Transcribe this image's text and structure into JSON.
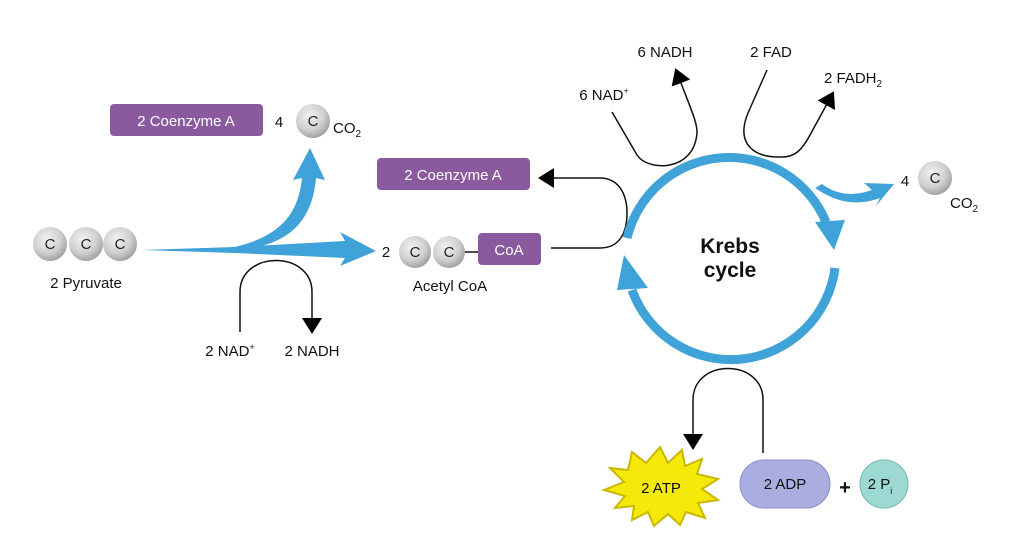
{
  "colors": {
    "arrow_blue": "#3fa2d8",
    "coenzyme_purple": "#8b5a9e",
    "adp_lavender": "#a9addf",
    "pi_teal": "#9ed8d2",
    "atp_yellow": "#f5e90a",
    "carbon_gray": "#c8c8c8"
  },
  "pyruvate": {
    "atoms": [
      "C",
      "C",
      "C"
    ],
    "label": "2 Pyruvate"
  },
  "coenzyme_top": {
    "label": "2 Coenzyme A"
  },
  "co2_left": {
    "count": "4",
    "atom": "C",
    "label": "CO",
    "sub": "2"
  },
  "coenzyme_mid": {
    "label": "2 Coenzyme A"
  },
  "acetyl_coa": {
    "count": "2",
    "atoms": [
      "C",
      "C"
    ],
    "coa": "CoA",
    "label": "Acetyl CoA"
  },
  "nad_left": {
    "nad": "2 NAD",
    "sup": "+",
    "nadh": "2 NADH"
  },
  "krebs": {
    "line1": "Krebs",
    "line2": "cycle"
  },
  "nad_top": {
    "nad": "6 NAD",
    "sup": "+",
    "nadh": "6 NADH"
  },
  "fad": {
    "fad": "2 FAD",
    "fadh": "2 FADH",
    "sub": "2"
  },
  "co2_right": {
    "count": "4",
    "atom": "C",
    "label": "CO",
    "sub": "2"
  },
  "atp": {
    "atp": "2 ATP",
    "adp": "2 ADP",
    "plus": "+",
    "pi": "2 P",
    "pi_sub": "i"
  }
}
